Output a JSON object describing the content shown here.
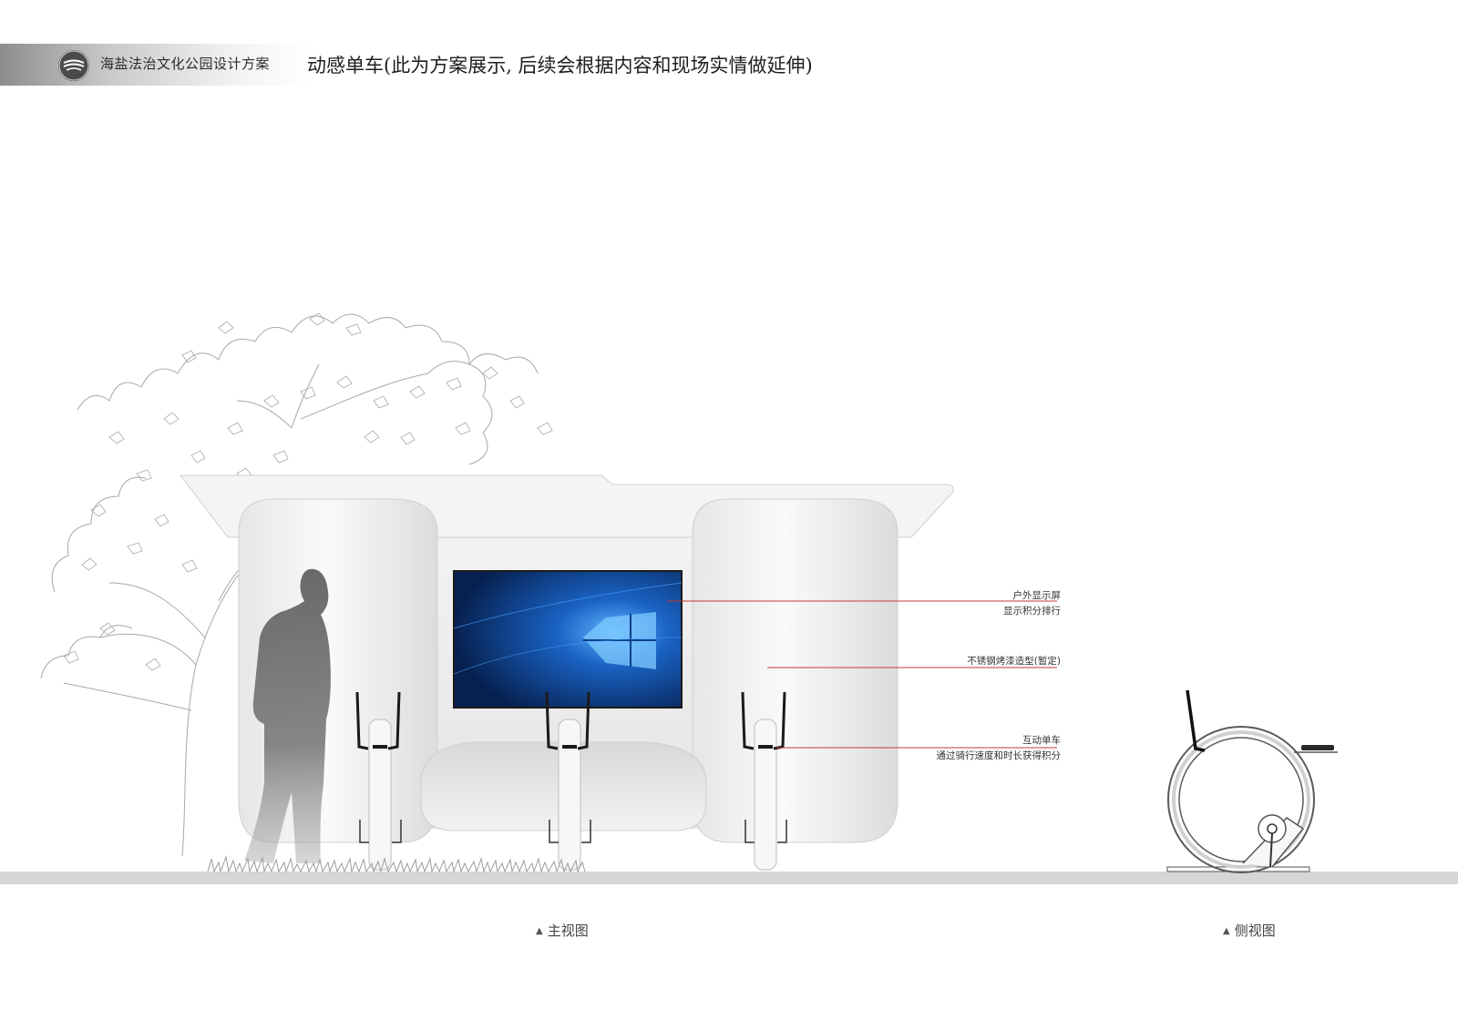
{
  "header": {
    "project_title": "海盐法治文化公园设计方案",
    "page_title": "动感单车(此为方案展示, 后续会根据内容和现场实情做延伸)"
  },
  "callouts": {
    "screen_line1": "户外显示屏",
    "screen_line2": "显示积分排行",
    "material": "不锈钢烤漆造型(暂定)",
    "bike_line1": "互动单车",
    "bike_line2": "通过骑行速度和时长获得积分"
  },
  "captions": {
    "front_view": "主视图",
    "side_view": "侧视图",
    "marker": "▲"
  },
  "colors": {
    "leader_line": "#c23a3a",
    "screen_blue": "#0b3f8c",
    "ground": "#d6d6d6"
  }
}
